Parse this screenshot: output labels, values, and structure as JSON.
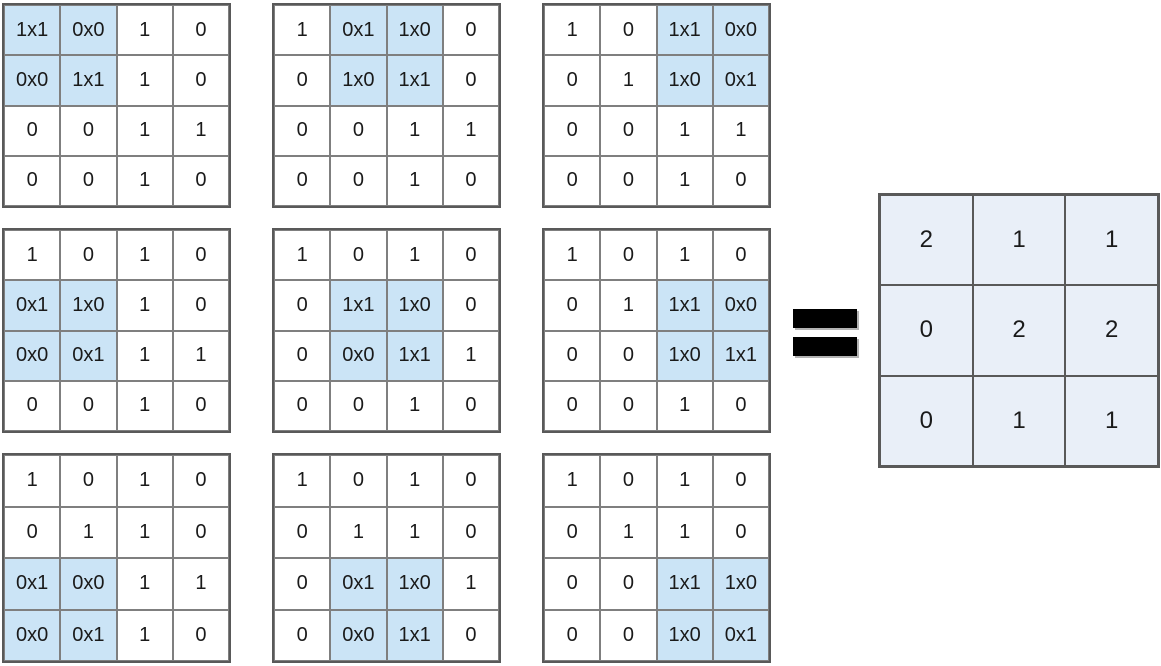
{
  "colors": {
    "highlight": "#cbe4f6",
    "result_cell": "#e9eff8",
    "cell_border": "#7f7f7f",
    "outer_border": "#595959",
    "equals_sign": "#000000",
    "text": "#1a1a1a"
  },
  "input_steps": [
    {
      "name": "step-1-top-left",
      "cells": [
        "1x1",
        "0x0",
        "1",
        "0",
        "0x0",
        "1x1",
        "1",
        "0",
        "0",
        "0",
        "1",
        "1",
        "0",
        "0",
        "1",
        "0"
      ],
      "highlight": [
        0,
        1,
        4,
        5
      ]
    },
    {
      "name": "step-2-top-center",
      "cells": [
        "1",
        "0x1",
        "1x0",
        "0",
        "0",
        "1x0",
        "1x1",
        "0",
        "0",
        "0",
        "1",
        "1",
        "0",
        "0",
        "1",
        "0"
      ],
      "highlight": [
        1,
        2,
        5,
        6
      ]
    },
    {
      "name": "step-3-top-right",
      "cells": [
        "1",
        "0",
        "1x1",
        "0x0",
        "0",
        "1",
        "1x0",
        "0x1",
        "0",
        "0",
        "1",
        "1",
        "0",
        "0",
        "1",
        "0"
      ],
      "highlight": [
        2,
        3,
        6,
        7
      ]
    },
    {
      "name": "step-4-middle-left",
      "cells": [
        "1",
        "0",
        "1",
        "0",
        "0x1",
        "1x0",
        "1",
        "0",
        "0x0",
        "0x1",
        "1",
        "1",
        "0",
        "0",
        "1",
        "0"
      ],
      "highlight": [
        4,
        5,
        8,
        9
      ]
    },
    {
      "name": "step-5-middle-center",
      "cells": [
        "1",
        "0",
        "1",
        "0",
        "0",
        "1x1",
        "1x0",
        "0",
        "0",
        "0x0",
        "1x1",
        "1",
        "0",
        "0",
        "1",
        "0"
      ],
      "highlight": [
        5,
        6,
        9,
        10
      ]
    },
    {
      "name": "step-6-middle-right",
      "cells": [
        "1",
        "0",
        "1",
        "0",
        "0",
        "1",
        "1x1",
        "0x0",
        "0",
        "0",
        "1x0",
        "1x1",
        "0",
        "0",
        "1",
        "0"
      ],
      "highlight": [
        6,
        7,
        10,
        11
      ]
    },
    {
      "name": "step-7-bottom-left",
      "cells": [
        "1",
        "0",
        "1",
        "0",
        "0",
        "1",
        "1",
        "0",
        "0x1",
        "0x0",
        "1",
        "1",
        "0x0",
        "0x1",
        "1",
        "0"
      ],
      "highlight": [
        8,
        9,
        12,
        13
      ]
    },
    {
      "name": "step-8-bottom-center",
      "cells": [
        "1",
        "0",
        "1",
        "0",
        "0",
        "1",
        "1",
        "0",
        "0",
        "0x1",
        "1x0",
        "1",
        "0",
        "0x0",
        "1x1",
        "0"
      ],
      "highlight": [
        9,
        10,
        13,
        14
      ]
    },
    {
      "name": "step-9-bottom-right",
      "cells": [
        "1",
        "0",
        "1",
        "0",
        "0",
        "1",
        "1",
        "0",
        "0",
        "0",
        "1x1",
        "1x0",
        "0",
        "0",
        "1x0",
        "0x1"
      ],
      "highlight": [
        10,
        11,
        14,
        15
      ]
    }
  ],
  "equals_symbol": "=",
  "output": {
    "cells": [
      "2",
      "1",
      "1",
      "0",
      "2",
      "2",
      "0",
      "1",
      "1"
    ]
  }
}
